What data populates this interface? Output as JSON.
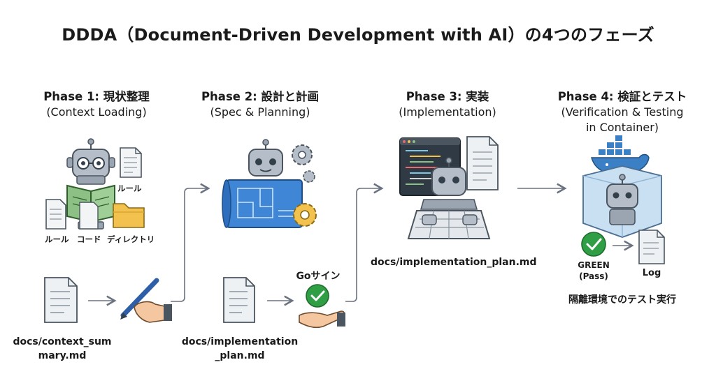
{
  "title": "DDDA（Document-Driven Development with AI）の4つのフェーズ",
  "phases": [
    {
      "name": "Phase 1: 現状整理",
      "subtitle": "(Context Loading)",
      "labels": {
        "rule_top": "ルール",
        "rule": "ルール",
        "code": "コード",
        "directory": "ディレクトリ"
      },
      "output": "docs/context_summary.md"
    },
    {
      "name": "Phase 2: 設計と計画",
      "subtitle": "(Spec & Planning)",
      "go_sign": "Goサイン",
      "output": "docs/implementation_plan.md"
    },
    {
      "name": "Phase 3: 実装",
      "subtitle": "(Implementation)",
      "output": "docs/implementation_plan.md"
    },
    {
      "name": "Phase 4: 検証とテスト",
      "subtitle_line1": "(Verification & Testing",
      "subtitle_line2": "in Container)",
      "status_line1": "GREEN",
      "status_line2": "(Pass)",
      "log_label": "Log",
      "caption": "隔離環境でのテスト実行"
    }
  ],
  "colors": {
    "robot": "#9aa5b1",
    "book": "#8cc084",
    "folder": "#f2c14e",
    "blueprint": "#3f86d6",
    "gear": "#f2c14e",
    "green_check": "#2f9e44",
    "container": "#c9dff2",
    "docker": "#3b7fc4",
    "editor": "#2f3a45",
    "hand": "#f4c7a1",
    "pen": "#2f5ea8",
    "arrow": "#6b7280"
  }
}
